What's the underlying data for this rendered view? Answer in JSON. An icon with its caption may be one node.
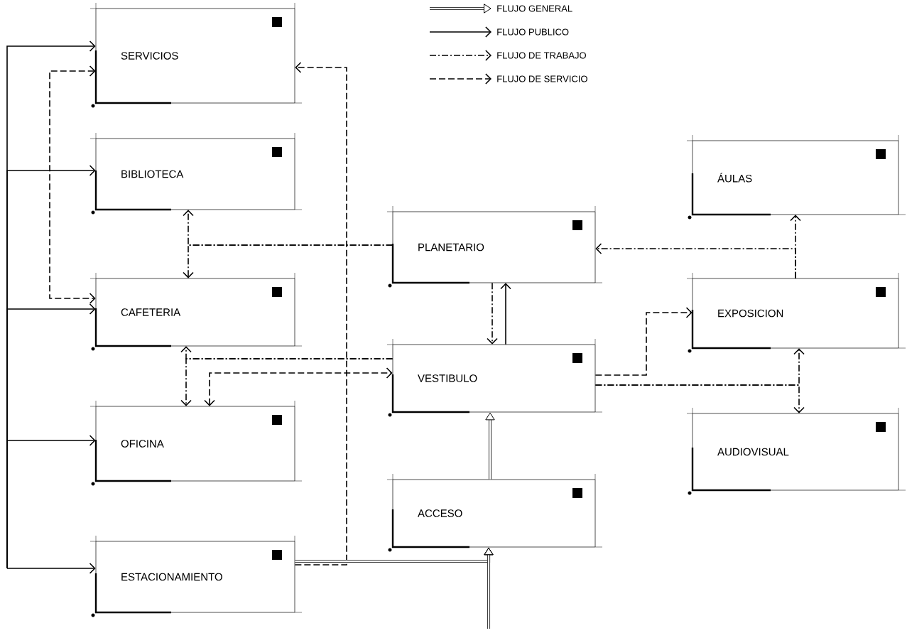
{
  "diagram": {
    "nodes": [
      {
        "text": [
          "SERVICIOS"
        ]
      },
      {
        "text": [
          "BIBLIOTECA"
        ]
      },
      {
        "text": [
          "CAFETERIA"
        ]
      },
      {
        "text": [
          "OFICINA"
        ]
      },
      {
        "text": [
          "ESTACIONAMIENTO"
        ]
      },
      {
        "text": [
          "PLANETARIO"
        ]
      },
      {
        "text": [
          "VESTIBULO"
        ]
      },
      {
        "text": [
          "ACCESO"
        ]
      },
      {
        "text": [
          "ÁULAS"
        ]
      },
      {
        "text": [
          "EXPOSICION"
        ]
      },
      {
        "text": [
          "AUDIOVISUAL"
        ]
      }
    ],
    "edges": [
      {
        "from": null,
        "to": 0,
        "arrow": "to"
      },
      {
        "from": null,
        "to": 1,
        "arrow": "to"
      },
      {
        "from": null,
        "to": 2,
        "arrow": "to"
      },
      {
        "from": null,
        "to": 3,
        "arrow": "to"
      },
      {
        "from": null,
        "to": 4,
        "arrow": "to"
      },
      {
        "from": 4,
        "to": 0,
        "arrow": "to",
        "style": "dashed"
      },
      {
        "from": 0,
        "to": 2,
        "arrow": "both",
        "style": "dashed"
      },
      {
        "from": 3,
        "to": 6,
        "arrow": "both",
        "style": "dashed"
      },
      {
        "from": 6,
        "to": 9,
        "arrow": "to",
        "style": "dashed"
      },
      {
        "from": 5,
        "to": 1,
        "arrow": "to",
        "style": "dashed"
      },
      {
        "from": 5,
        "to": 2,
        "arrow": "to",
        "style": "dashed"
      },
      {
        "from": 6,
        "to": 2,
        "arrow": "to",
        "style": "dashed"
      },
      {
        "from": 6,
        "to": 3,
        "arrow": "to",
        "style": "dashed"
      },
      {
        "from": 6,
        "to": 5,
        "arrow": "to"
      },
      {
        "from": 5,
        "to": 6,
        "arrow": "to",
        "style": "dashed"
      },
      {
        "from": 9,
        "to": 8,
        "arrow": "to",
        "style": "dashed"
      },
      {
        "from": 9,
        "to": 5,
        "arrow": "to",
        "style": "dashed"
      },
      {
        "from": 6,
        "to": 9,
        "arrow": "to",
        "style": "dashed"
      },
      {
        "from": 6,
        "to": 10,
        "arrow": "to",
        "style": "dashed"
      },
      {
        "from": 7,
        "to": 6,
        "arrow": "to",
        "style": "thick"
      },
      {
        "from": 4,
        "to": 7,
        "arrow": "to",
        "style": "thick"
      },
      {
        "from": null,
        "to": 7,
        "arrow": "to",
        "style": "thick"
      }
    ],
    "legend": [
      {
        "text": "FLUJO GENERAL"
      },
      {
        "text": "FLUJO PUBLICO"
      },
      {
        "text": "FLUJO DE TRABAJO"
      },
      {
        "text": "FLUJO DE SERVICIO"
      }
    ]
  }
}
